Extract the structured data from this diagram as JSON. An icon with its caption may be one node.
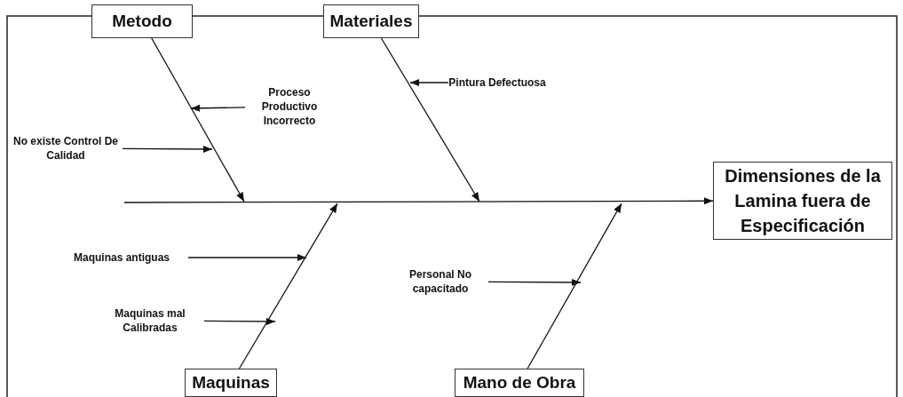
{
  "diagram": {
    "nodes": [
      {
        "text": [
          "Metodo"
        ]
      },
      {
        "text": [
          "Materiales"
        ]
      },
      {
        "text": [
          "Proceso Productivo Incorrecto"
        ]
      },
      {
        "text": [
          "Pintura Defectuosa"
        ]
      },
      {
        "text": [
          "No existe Control De Calidad"
        ]
      },
      {
        "text": [
          "Dimensiones de la Lamina fuera de Especificación"
        ]
      },
      {
        "text": [
          "Maquinas antiguas"
        ]
      },
      {
        "text": [
          "Personal No capacitado"
        ]
      },
      {
        "text": [
          "Maquinas mal Calibradas"
        ]
      },
      {
        "text": [
          "Maquinas"
        ]
      },
      {
        "text": [
          "Mano de Obra"
        ]
      }
    ],
    "edges": [
      {
        "from": 0,
        "to": null,
        "arrow": "to"
      },
      {
        "from": 1,
        "to": null,
        "arrow": "to"
      },
      {
        "from": 2,
        "to": null,
        "arrow": "to"
      },
      {
        "from": 3,
        "to": null,
        "arrow": "to"
      },
      {
        "from": 4,
        "to": null,
        "arrow": "to"
      },
      {
        "from": null,
        "to": 5,
        "arrow": "to"
      },
      {
        "from": 6,
        "to": null,
        "arrow": "to"
      },
      {
        "from": 8,
        "to": null,
        "arrow": "to"
      },
      {
        "from": 7,
        "to": null,
        "arrow": "to"
      },
      {
        "from": 9,
        "to": null,
        "arrow": "to"
      },
      {
        "from": 10,
        "to": null,
        "arrow": "to"
      }
    ]
  }
}
